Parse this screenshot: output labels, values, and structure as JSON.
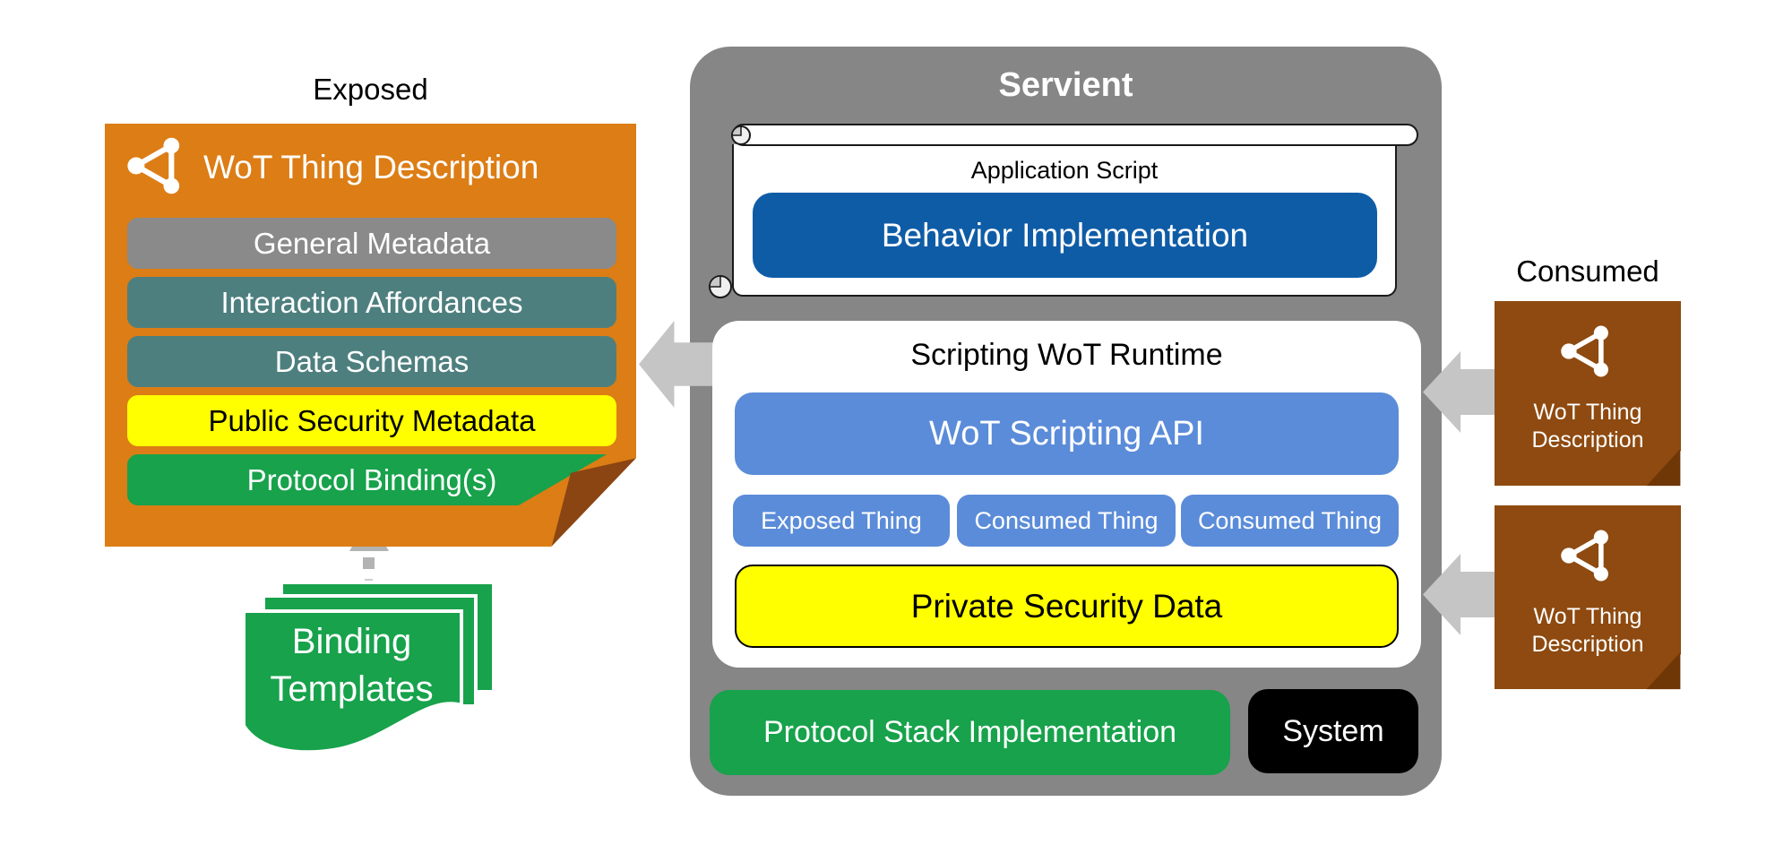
{
  "labels": {
    "exposed": "Exposed",
    "consumed": "Consumed"
  },
  "exposed_td": {
    "title": "WoT Thing Description",
    "sections": [
      {
        "label": "General Metadata"
      },
      {
        "label": "Interaction Affordances"
      },
      {
        "label": "Data Schemas"
      },
      {
        "label": "Public Security Metadata"
      },
      {
        "label": "Protocol Binding(s)"
      }
    ]
  },
  "binding_templates": {
    "line1": "Binding",
    "line2": "Templates"
  },
  "servient": {
    "title": "Servient",
    "application_script": {
      "label": "Application Script",
      "behavior": "Behavior Implementation"
    },
    "runtime": {
      "title": "Scripting WoT Runtime",
      "api": "WoT Scripting API",
      "things": [
        "Exposed Thing",
        "Consumed Thing",
        "Consumed Thing"
      ],
      "private_security": "Private Security Data"
    },
    "protocol_stack": "Protocol Stack Implementation",
    "system": "System"
  },
  "consumed_tds": [
    {
      "line1": "WoT Thing",
      "line2": "Description"
    },
    {
      "line1": "WoT Thing",
      "line2": "Description"
    }
  ],
  "colors": {
    "orange": "#DC7D15",
    "orange_fold": "#8B4513",
    "gray_bar": "#8A8A8A",
    "teal_bar": "#4E7F7F",
    "yellow": "#FFFF00",
    "green": "#17A24B",
    "servient_gray": "#868686",
    "light_blue": "#5B8CD9",
    "dark_blue": "#0F5CA6",
    "brown": "#8E4A10",
    "brown_fold": "#6F3606",
    "arrow_gray": "#C5C5C5",
    "system_black": "#000000"
  }
}
